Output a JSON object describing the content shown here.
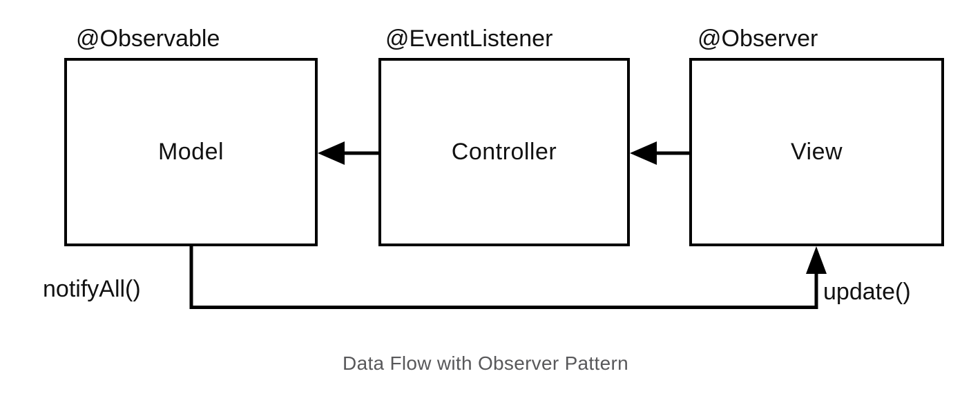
{
  "diagram": {
    "nodes": [
      {
        "annotation": "@Observable",
        "label": "Model"
      },
      {
        "annotation": "@EventListener",
        "label": "Controller"
      },
      {
        "annotation": "@Observer",
        "label": "View"
      }
    ],
    "edges": [
      {
        "from": "Controller",
        "to": "Model",
        "direction": "left"
      },
      {
        "from": "View",
        "to": "Controller",
        "direction": "left"
      },
      {
        "from": "Model",
        "to": "View",
        "direction": "bottom-connector-up"
      }
    ],
    "edge_labels": {
      "notify_all": "notifyAll()",
      "update": "update()"
    },
    "caption": "Data Flow with Observer Pattern",
    "colors": {
      "line": "#000000",
      "text": "#111111",
      "caption": "#58585a",
      "background": "#ffffff"
    }
  }
}
